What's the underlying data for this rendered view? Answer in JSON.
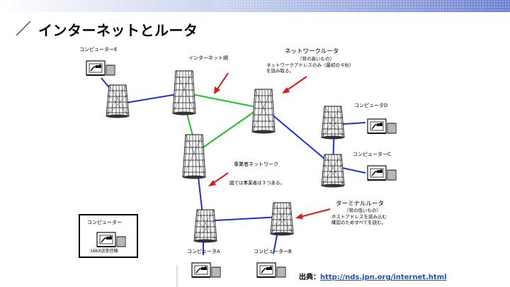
{
  "slide": {
    "title": "インターネットとルータ"
  },
  "diagram": {
    "labels": {
      "computer_e": "コンピューターE",
      "computer_d": "コンピュータD",
      "computer_c": "コンピューターC",
      "computer_a": "コンピュータA",
      "computer_b": "コンピューターB",
      "internet_net": "インターネット網",
      "network_router": "ネットワークルータ",
      "network_router_sub": "（背の高いもの）",
      "network_router_desc1": "ネットワークアドレスのみ（最初の４桁）",
      "network_router_desc2": "を読み取る。",
      "business_network": "事業者ネットワーク",
      "business_note": "図では事業者は３つある。",
      "terminal_router": "ターミナルルータ",
      "terminal_router_sub": "（背の低いもの）",
      "terminal_router_desc1": "ホストアドレスを読み込む",
      "terminal_router_desc2": "確認のためすべてを読む。",
      "legend_title": "コンピューター",
      "legend_caption": "16bit送受信機"
    },
    "colors": {
      "blue_link": "#1f2fd6",
      "green_link": "#22c22a",
      "red_arrow": "#e0161a"
    }
  },
  "source": {
    "prefix": "出典：",
    "url": "http://nds.jpn.org/internet.html"
  }
}
